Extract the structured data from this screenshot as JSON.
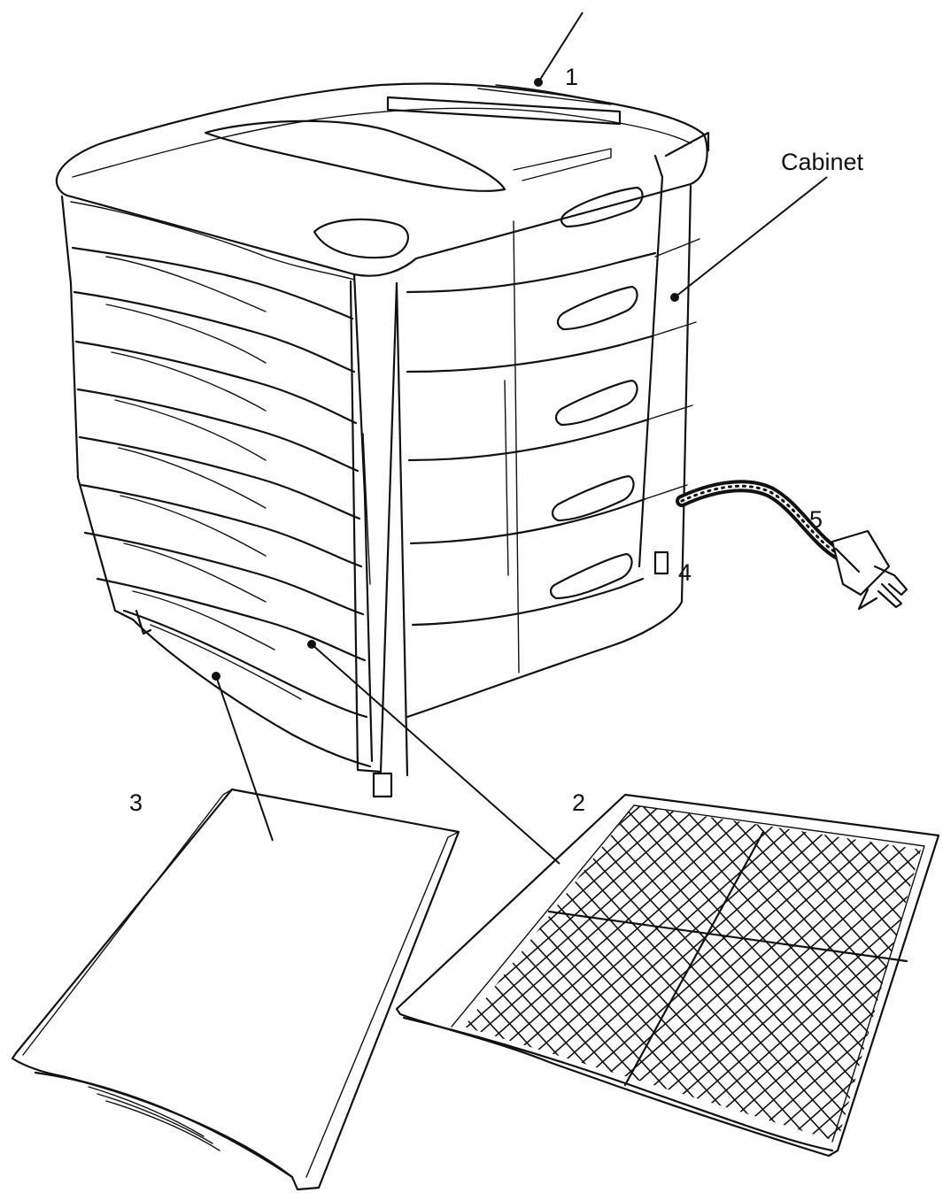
{
  "labels": {
    "top_cover": "1",
    "tray": "2",
    "fruit_roll_sheet": "3",
    "foot": "4",
    "power_cord": "5",
    "cabinet": "Cabinet"
  }
}
